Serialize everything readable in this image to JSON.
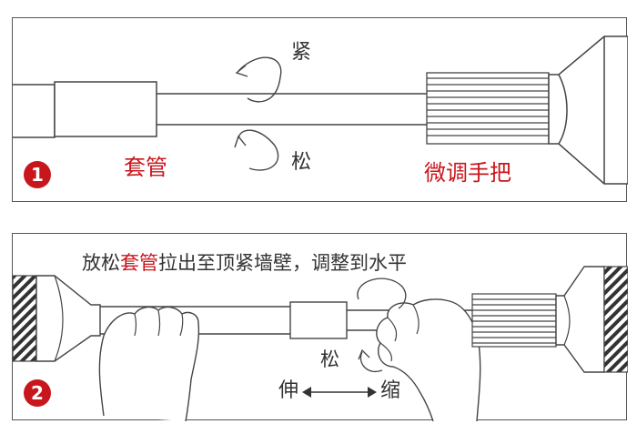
{
  "panel1": {
    "step": "1",
    "tighten": "紧",
    "loosen": "松",
    "sleeve": "套管",
    "knob": "微调手把"
  },
  "panel2": {
    "step": "2",
    "instruction_pre": "放松",
    "instruction_highlight": "套管",
    "instruction_post": "拉出至顶紧墙壁，调整到水平",
    "loosen": "松",
    "extend": "伸",
    "retract": "缩"
  },
  "colors": {
    "accent": "#c8161d",
    "line": "#444444",
    "text": "#333333"
  }
}
